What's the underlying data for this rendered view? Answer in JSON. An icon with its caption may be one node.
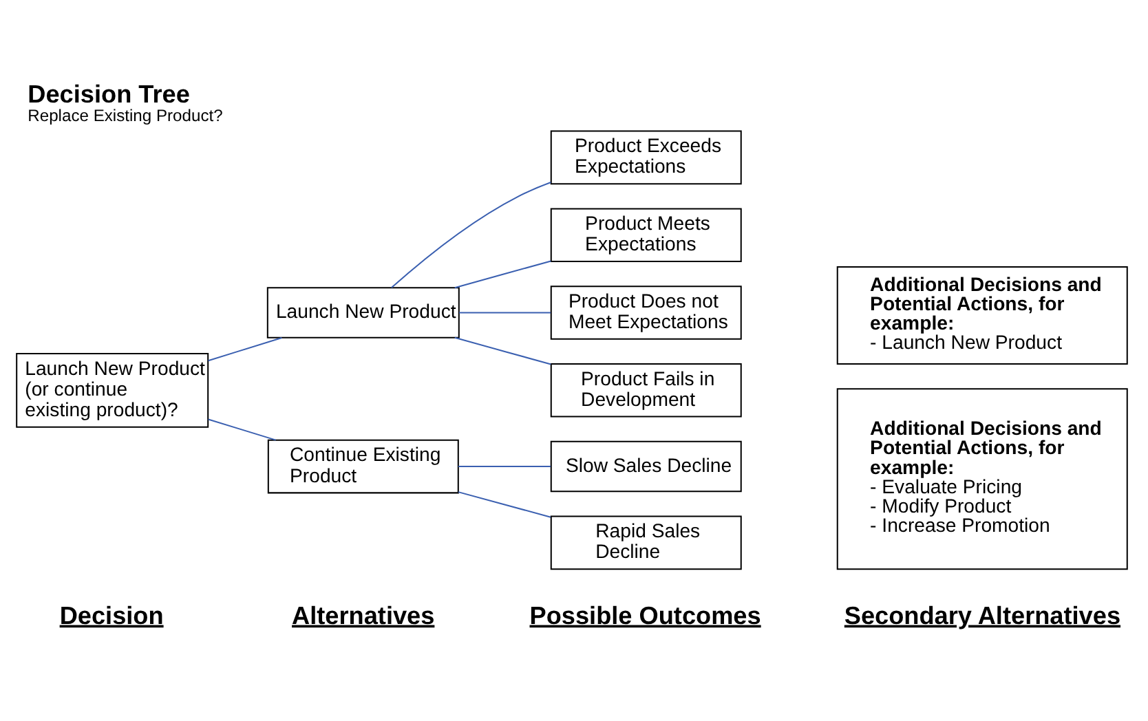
{
  "diagram": {
    "title": "Decision Tree",
    "caption": "Replace Existing Product?",
    "nodes": [
      {
        "text": [
          "Launch New Product (or continue existing product)?"
        ]
      },
      {
        "text": [
          "Launch New Product"
        ]
      },
      {
        "text": [
          "Continue Existing Product"
        ]
      },
      {
        "text": [
          "Product Exceeds Expectations"
        ]
      },
      {
        "text": [
          "Product Meets Expectations"
        ]
      },
      {
        "text": [
          "Product Does not Meet Expectations"
        ]
      },
      {
        "text": [
          "Product Fails in Development"
        ]
      },
      {
        "text": [
          "Slow Sales Decline"
        ]
      },
      {
        "text": [
          "Rapid Sales Decline"
        ]
      },
      {
        "text": [
          "Additional Decisions and Potential Actions, for example:",
          "- Evaluate Pricing",
          "- Modify Product",
          "- Increase Promotion"
        ]
      },
      {
        "text": [
          "Additional Decisions and Potential Actions, for example:",
          "- Launch New Product"
        ]
      }
    ],
    "edges": [
      {
        "from": 0,
        "to": 1,
        "arrow": "none"
      },
      {
        "from": 0,
        "to": 2,
        "arrow": "none"
      },
      {
        "from": 1,
        "to": 3,
        "arrow": "none"
      },
      {
        "from": 1,
        "to": 4,
        "arrow": "none"
      },
      {
        "from": 1,
        "to": 5,
        "arrow": "none"
      },
      {
        "from": 1,
        "to": 6,
        "arrow": "none"
      },
      {
        "from": 2,
        "to": 7,
        "arrow": "none"
      },
      {
        "from": 2,
        "to": 8,
        "arrow": "none"
      }
    ],
    "labels": [
      "Decision",
      "Alternatives",
      "Possible Outcomes",
      "Secondary Alternatives"
    ]
  }
}
